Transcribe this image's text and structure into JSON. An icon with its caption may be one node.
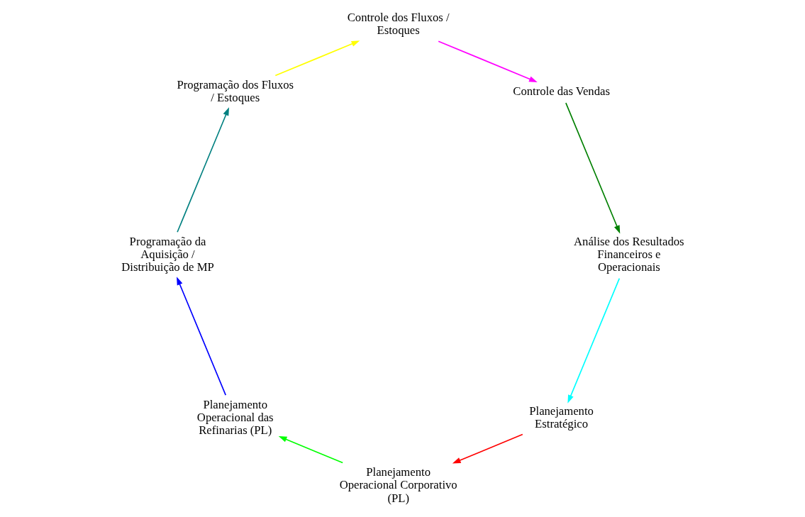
{
  "diagram": {
    "nodes": [
      {
        "text": [
          "Planejamento Estratégico"
        ]
      },
      {
        "text": [
          "Planejamento Operacional Corporativo (PL)"
        ]
      },
      {
        "text": [
          "Planejamento Operacional das Refinarias (PL)"
        ]
      },
      {
        "text": [
          "Programação da Aquisição / Distribuição de MP"
        ]
      },
      {
        "text": [
          "Programação dos Fluxos / Estoques"
        ]
      },
      {
        "text": [
          "Controle dos Fluxos / Estoques"
        ]
      },
      {
        "text": [
          "Controle das Vendas"
        ]
      },
      {
        "text": [
          "Análise dos Resultados Financeiros e Operacionais"
        ]
      }
    ],
    "edges": [
      {
        "from": 0,
        "to": 1,
        "arrow": "to",
        "color": "#ff0000"
      },
      {
        "from": 1,
        "to": 2,
        "arrow": "to",
        "color": "#00ff00"
      },
      {
        "from": 2,
        "to": 3,
        "arrow": "to",
        "color": "#0000ff"
      },
      {
        "from": 3,
        "to": 4,
        "arrow": "to",
        "color": "#008080"
      },
      {
        "from": 4,
        "to": 5,
        "arrow": "to",
        "color": "#ffff00"
      },
      {
        "from": 5,
        "to": 6,
        "arrow": "to",
        "color": "#ff00ff"
      },
      {
        "from": 6,
        "to": 7,
        "arrow": "to",
        "color": "#008000"
      },
      {
        "from": 7,
        "to": 0,
        "arrow": "to",
        "color": "#00ffff"
      }
    ]
  }
}
